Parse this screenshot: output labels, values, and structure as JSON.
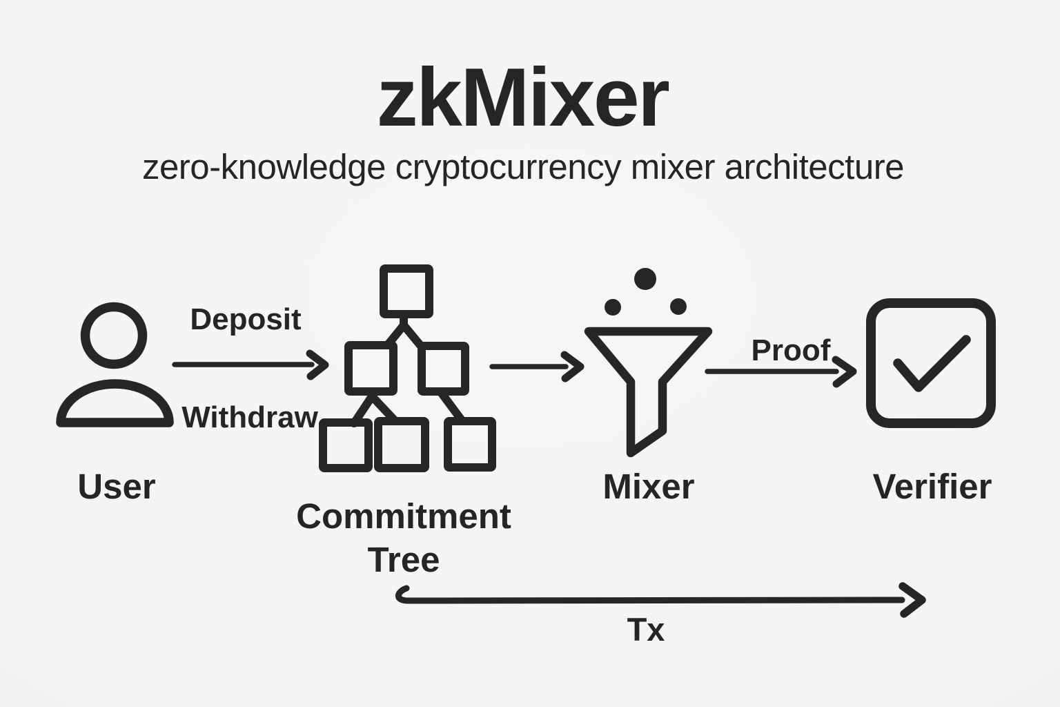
{
  "title": "zkMixer",
  "subtitle": "zero-knowledge cryptocurrency mixer architecture",
  "nodes": {
    "user": {
      "label": "User",
      "icon": "person-icon"
    },
    "commitment_tree": {
      "label": "Commitment Tree",
      "icon": "merkle-tree-icon"
    },
    "mixer": {
      "label": "Mixer",
      "icon": "funnel-icon"
    },
    "verifier": {
      "label": "Verifier",
      "icon": "checkbox-check-icon"
    }
  },
  "edges": {
    "deposit": {
      "label": "Deposit",
      "from": "user",
      "to": "commitment_tree"
    },
    "withdraw": {
      "label": "Withdraw",
      "from": "user",
      "to": "commitment_tree"
    },
    "proof": {
      "label": "Proof",
      "from": "mixer",
      "to": "verifier"
    },
    "tx": {
      "label": "Tx",
      "from": "commitment_tree",
      "to": "verifier"
    }
  },
  "colors": {
    "ink": "#262626",
    "background": "#f5f4f2"
  }
}
